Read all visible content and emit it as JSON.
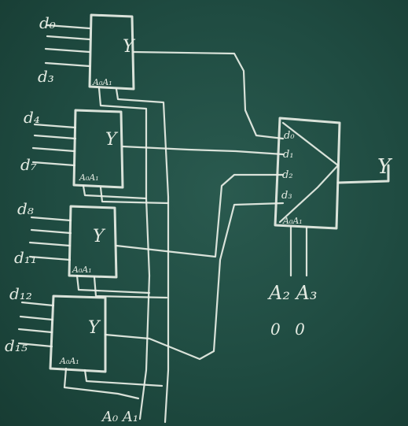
{
  "multiplexer_blocks": [
    {
      "out_label": "Y",
      "sel_label": "A₀A₁"
    },
    {
      "out_label": "Y",
      "sel_label": "A₀A₁"
    },
    {
      "out_label": "Y",
      "sel_label": "A₀A₁"
    },
    {
      "out_label": "Y",
      "sel_label": "A₀A₁"
    }
  ],
  "input_labels": [
    "d₀",
    "d₃",
    "d₄",
    "d₇",
    "d₈",
    "d₁₁",
    "d₁₂",
    "d₁₅"
  ],
  "final_block": {
    "out_label": "Y",
    "input_labels": [
      "d₀",
      "d₁",
      "d₂",
      "d₃"
    ],
    "sel_label": "A₀A₁",
    "select_pins": "A₂ A₃",
    "select_values": "0 0"
  },
  "bottom_label": "A₀ A₁"
}
